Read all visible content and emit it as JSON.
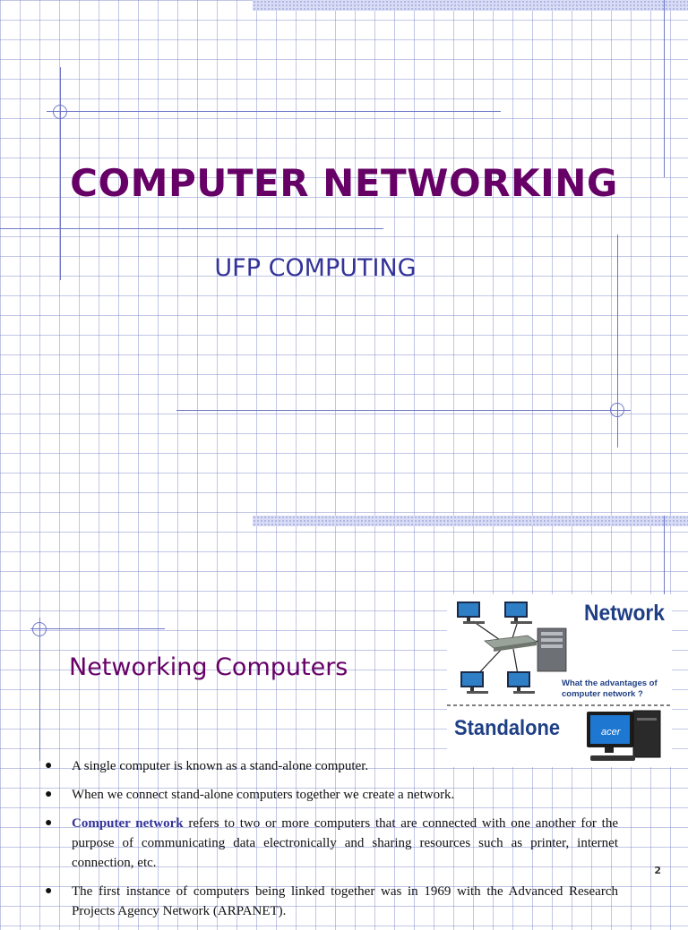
{
  "slide1": {
    "title": "COMPUTER NETWORKING",
    "subtitle": "UFP COMPUTING"
  },
  "slide2": {
    "heading": "Networking Computers",
    "illustration": {
      "network_label": "Network",
      "question": "What the advantages of computer network ?",
      "standalone_label": "Standalone",
      "brand": "acer"
    },
    "bullets": [
      {
        "bold": "",
        "text": "A single computer is known as a stand-alone computer."
      },
      {
        "bold": "",
        "text": "When we connect stand-alone computers together we create  a network."
      },
      {
        "bold": "Computer network",
        "text": " refers to two or more computers that are connected with one another for the purpose of communicating data electronically and sharing resources such as printer, internet connection, etc."
      },
      {
        "bold": "",
        "text": "The first instance of computers being linked together was in  1969 with the Advanced Research Projects Agency Network (ARPANET)."
      }
    ],
    "page_number": "2"
  },
  "colors": {
    "title": "#660066",
    "subtitle": "#333399",
    "grid": "#7882c8",
    "accent_band": "#d8dcf4"
  }
}
